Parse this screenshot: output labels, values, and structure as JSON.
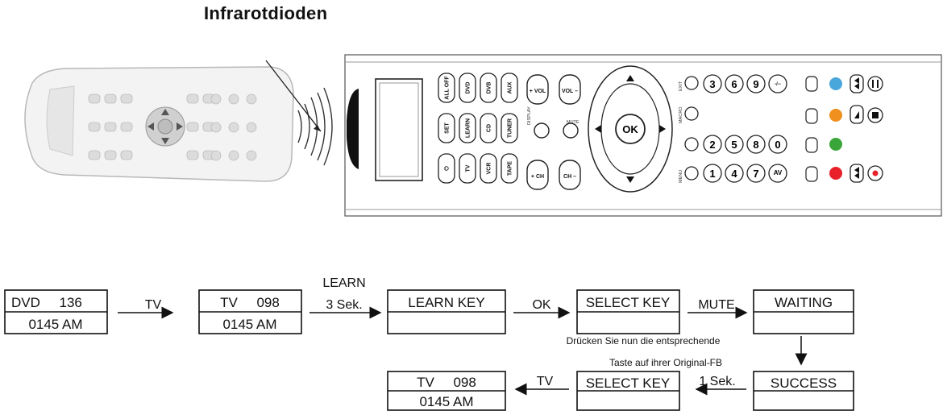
{
  "title": "Infrarotdioden",
  "remote": {
    "col1": [
      "ALL OFF",
      "SET",
      "⏻"
    ],
    "col2": [
      "DVD",
      "LEARN",
      "TV"
    ],
    "col3": [
      "DVB",
      "CD",
      "VCR"
    ],
    "col4": [
      "AUX",
      "TUNER",
      "TAPE"
    ],
    "vol_plus": "+ VOL",
    "vol_minus": "VOL –",
    "ch_plus": "+ CH",
    "ch_minus": "CH –",
    "display": "DISPLAY",
    "mute": "MUTE",
    "ok": "OK",
    "exit": "EXIT",
    "macro": "MACRO",
    "menu": "MENU",
    "numpad": [
      "3",
      "6",
      "9",
      "-/--",
      "2",
      "5",
      "8",
      "0",
      "1",
      "4",
      "7",
      "AV"
    ],
    "colors": {
      "blue": "#4aa7dc",
      "orange": "#f0901e",
      "green": "#3aa63a",
      "red": "#e8202a"
    }
  },
  "flow": {
    "box1": {
      "top": "DVD     136",
      "bottom": "0145 AM"
    },
    "arrow1": "TV",
    "box2": {
      "top": "TV     098",
      "bottom": "0145 AM"
    },
    "arrow2_top": "LEARN",
    "arrow2_bottom": "3 Sek.",
    "box3": {
      "top": "LEARN KEY",
      "bottom": ""
    },
    "arrow3": "OK",
    "box4": {
      "top": "SELECT KEY",
      "bottom": ""
    },
    "arrow4": "MUTE",
    "box5": {
      "top": "WAITING",
      "bottom": ""
    },
    "note_line1": "Drücken Sie nun die entsprechende",
    "note_line2": "Taste auf ihrer Original-FB",
    "box6": {
      "top": "SUCCESS",
      "bottom": ""
    },
    "arrow6": "1 Sek.",
    "box7": {
      "top": "SELECT KEY",
      "bottom": ""
    },
    "arrow7": "TV",
    "box8": {
      "top": "TV     098",
      "bottom": "0145 AM"
    }
  }
}
